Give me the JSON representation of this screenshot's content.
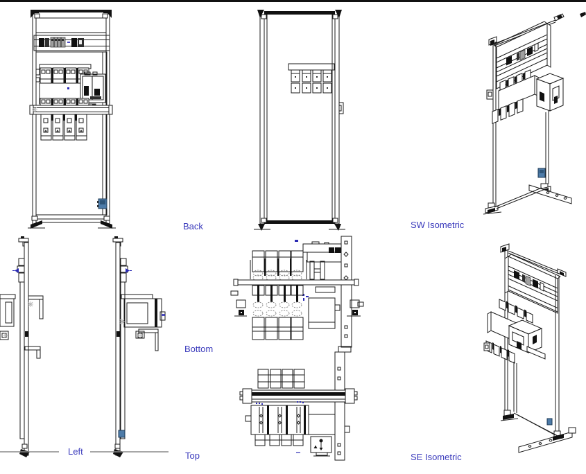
{
  "document": {
    "type": "cad-multiview-drawing",
    "subject": "electrical panel assembly",
    "background_color": "#ffffff",
    "border_color": "#111111",
    "line_color": "#1a1a1a",
    "label_color": "#3a3abc",
    "accent_component_color": "#4d7ba8",
    "marker_blue_color": "#2b2bb4"
  },
  "labels": {
    "back": "Back",
    "sw_isometric": "SW Isometric",
    "bottom": "Bottom",
    "left": "Left",
    "top": "Top",
    "se_isometric": "SE Isometric"
  },
  "views": [
    {
      "id": "front",
      "label": ""
    },
    {
      "id": "back",
      "label": "Back"
    },
    {
      "id": "sw-isometric",
      "label": "SW Isometric"
    },
    {
      "id": "right-partial",
      "label": ""
    },
    {
      "id": "left",
      "label": "Left"
    },
    {
      "id": "bottom",
      "label": "Bottom"
    },
    {
      "id": "top",
      "label": "Top"
    },
    {
      "id": "se-isometric",
      "label": "SE Isometric"
    }
  ]
}
